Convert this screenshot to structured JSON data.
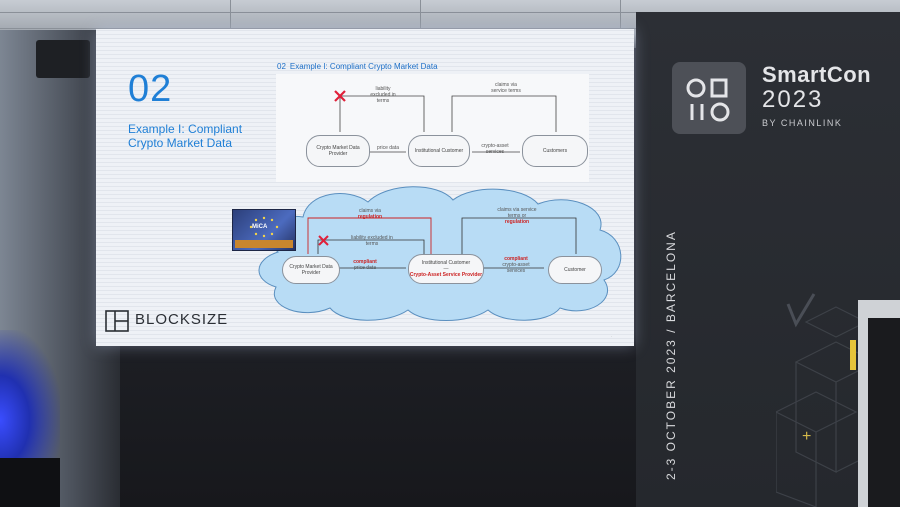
{
  "slide": {
    "section_number": "02",
    "side_title": "Example I: Compliant Crypto Market Data",
    "top_title_number": "02",
    "top_title": "Example I: Compliant Crypto Market Data",
    "top_diagram": {
      "nodes": [
        "Crypto Market Data Provider",
        "Institutional Customer",
        "Customers"
      ],
      "edge_labels": {
        "liability": "liability excluded in terms",
        "claims": "claims via service terms",
        "price_data": "price data",
        "crypto_services": "crypto-asset services"
      }
    },
    "bottom_diagram": {
      "nodes": [
        "Crypto Market Data Provider",
        "Institutional Customer",
        "Customer"
      ],
      "node_sub_label": "Crypto-Asset Service Provider",
      "node_sub_prefix": "—",
      "edge_labels": {
        "claims_left": "claims via",
        "claims_left_red": "regulation",
        "liability": "liability excluded in terms",
        "claims_right": "claims via service terms or",
        "claims_right_red": "regulation",
        "compliant": "compliant",
        "price_data": "price data",
        "compliant_services": "crypto-asset services"
      }
    },
    "mica_label": "MiCA",
    "brand": "BLOCKSIZE"
  },
  "event": {
    "name": "SmartCon",
    "year": "2023",
    "by": "BY CHAINLINK",
    "dates": "2-3 OCTOBER 2023 / BARCELONA"
  },
  "colors": {
    "slide_blue": "#1f7fd6",
    "cloud_blue": "#b8dcf5",
    "red_x": "#e0203a",
    "gold_accent": "#d4b94a"
  }
}
